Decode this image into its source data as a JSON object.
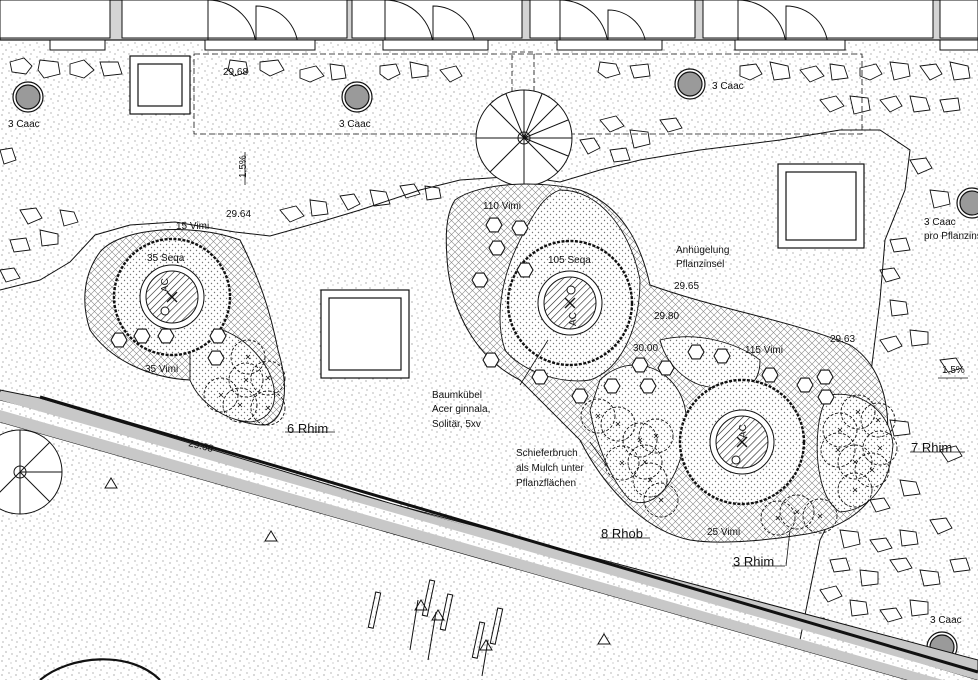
{
  "labels": {
    "caac_top_left": "3 Caac",
    "caac_top_mid": "3 Caac",
    "caac_top_right": "3 Caac",
    "caac_right_1": "3 Caac",
    "caac_right_2": "pro Pflanzinsel",
    "caac_bottom_right": "3 Caac",
    "elev_top": "29.68",
    "slope_left": "1,5%",
    "slope_right": "1,5%",
    "elev_2964": "29.64",
    "elev_2965": "29.65",
    "elev_2980": "29.80",
    "elev_3000": "30.00",
    "elev_2963": "29.63",
    "elev_2968_bottom": "29.68",
    "vimi_15": "15 Vimi",
    "vimi_35": "35 Vimi",
    "vimi_110": "110 Vimi",
    "vimi_115": "115 Vimi",
    "vimi_25": "25 Vimi",
    "seqa_35": "35 Seqa",
    "seqa_105": "105 Seqa",
    "ac_1": "AC",
    "ac_2": "AC",
    "ac_3": "AC",
    "rhim_6": "6 Rhim",
    "rhim_7": "7 Rhim",
    "rhim_3": "3 Rhim",
    "rhob_8": "8 Rhob",
    "anhuegelung_1": "Anhügelung",
    "anhuegelung_2": "Pflanzinsel",
    "baumkuebel_1": "Baumkübel",
    "baumkuebel_2": "Acer ginnala,",
    "baumkuebel_3": "Solitär, 5xv",
    "schiefer_1": "Schieferbruch",
    "schiefer_2": "als Mulch unter",
    "schiefer_3": "Pflanzflächen"
  },
  "colors": {
    "line": "#111111",
    "building": "#d4d4d4",
    "path_band": "#c8c8c8",
    "hatch": "#8a8a8a",
    "circle_fill": "#9a9a9a"
  }
}
